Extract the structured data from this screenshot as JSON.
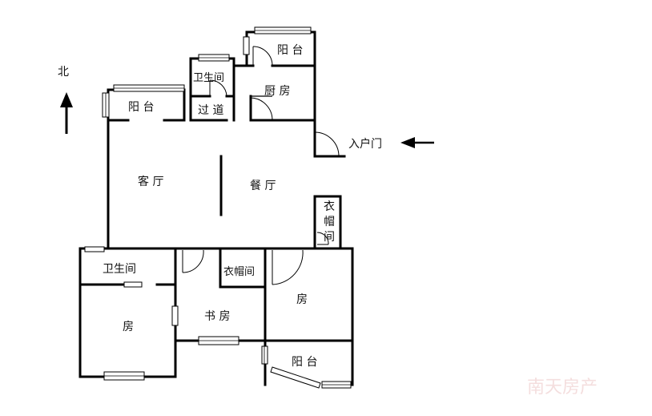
{
  "compass": {
    "label": "北"
  },
  "entrance": {
    "label": "入户门"
  },
  "rooms": {
    "balcony_top": "阳 台",
    "wc_top": "卫生间",
    "kitchen": "厨 房",
    "balcony_west": "阳  台",
    "corridor": "过 道",
    "living": "客    厅",
    "dining": "餐  厅",
    "closet_right": [
      "衣",
      "帽",
      "间"
    ],
    "wc_bottom": "卫生间",
    "closet_mid": "衣帽间",
    "bedroom_left": "房",
    "study": "书 房",
    "bedroom_right": "房",
    "balcony_bottom": "阳  台"
  },
  "watermark": "南天房产"
}
